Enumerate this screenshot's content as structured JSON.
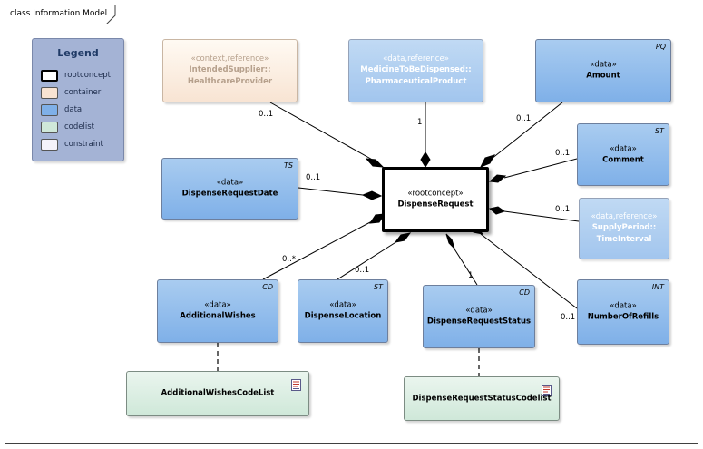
{
  "frame_title": "class Information Model",
  "legend": {
    "title": "Legend",
    "items": [
      {
        "label": "rootconcept",
        "color": "#ffffff",
        "border": "#000000"
      },
      {
        "label": "container",
        "color": "#f8e3d2",
        "border": "#8a7a6a"
      },
      {
        "label": "data",
        "color": "#7fb0e8",
        "border": "#4f6f95"
      },
      {
        "label": "codelist",
        "color": "#cfe8d9",
        "border": "#5f7a6a"
      },
      {
        "label": "constraint",
        "color": "#f4f2fa",
        "border": "#6a6a7a"
      }
    ]
  },
  "root": {
    "stereotype": "«rootconcept»",
    "name": "DispenseRequest"
  },
  "classes": {
    "intended_supplier": {
      "stereotype": "«context,reference»",
      "name": "IntendedSupplier::",
      "name2": "HealthcareProvider",
      "tag": ""
    },
    "medicine": {
      "stereotype": "«data,reference»",
      "name": "MedicineToBeDispensed::",
      "name2": "PharmaceuticalProduct",
      "tag": ""
    },
    "amount": {
      "stereotype": "«data»",
      "name": "Amount",
      "tag": "PQ"
    },
    "comment": {
      "stereotype": "«data»",
      "name": "Comment",
      "tag": "ST"
    },
    "supply_period": {
      "stereotype": "«data,reference»",
      "name": "SupplyPeriod::",
      "name2": "TimeInterval",
      "tag": ""
    },
    "request_date": {
      "stereotype": "«data»",
      "name": "DispenseRequestDate",
      "tag": "TS"
    },
    "additional_wishes": {
      "stereotype": "«data»",
      "name": "AdditionalWishes",
      "tag": "CD"
    },
    "dispense_location": {
      "stereotype": "«data»",
      "name": "DispenseLocation",
      "tag": "ST"
    },
    "request_status": {
      "stereotype": "«data»",
      "name": "DispenseRequestStatus",
      "tag": "CD"
    },
    "number_of_refills": {
      "stereotype": "«data»",
      "name": "NumberOfRefills",
      "tag": "INT"
    }
  },
  "codelists": {
    "additional_wishes": "AdditionalWishesCodeList",
    "request_status": "DispenseRequestStatusCodelist"
  },
  "multiplicities": {
    "intended_supplier": "0..1",
    "medicine": "1",
    "amount": "0..1",
    "comment": "0..1",
    "supply_period": "0..1",
    "request_date": "0..1",
    "additional_wishes": "0..*",
    "dispense_location": "0..1",
    "request_status": "1",
    "number_of_refills": "0..1"
  }
}
